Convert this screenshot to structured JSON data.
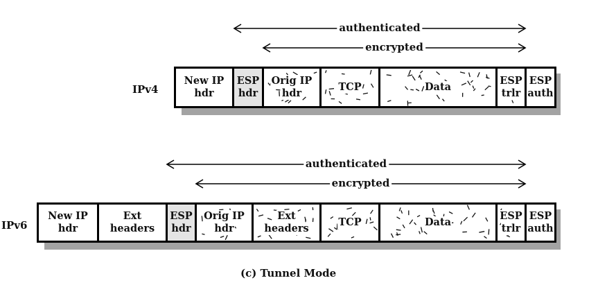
{
  "ipv4": {
    "label": "IPv4",
    "arrows": {
      "authenticated": "authenticated",
      "encrypted": "encrypted"
    },
    "fields": [
      {
        "line1": "New IP",
        "line2": "hdr",
        "fill": "plain"
      },
      {
        "line1": "ESP",
        "line2": "hdr",
        "fill": "shaded"
      },
      {
        "line1": "Orig IP",
        "line2": "hdr",
        "fill": "dashed"
      },
      {
        "line1": "TCP",
        "line2": "",
        "fill": "dashed"
      },
      {
        "line1": "Data",
        "line2": "",
        "fill": "dashed"
      },
      {
        "line1": "ESP",
        "line2": "trlr",
        "fill": "dashed"
      },
      {
        "line1": "ESP",
        "line2": "auth",
        "fill": "plain"
      }
    ]
  },
  "ipv6": {
    "label": "IPv6",
    "arrows": {
      "authenticated": "authenticated",
      "encrypted": "encrypted"
    },
    "fields": [
      {
        "line1": "New IP",
        "line2": "hdr",
        "fill": "plain"
      },
      {
        "line1": "Ext",
        "line2": "headers",
        "fill": "plain"
      },
      {
        "line1": "ESP",
        "line2": "hdr",
        "fill": "shaded"
      },
      {
        "line1": "Orig IP",
        "line2": "hdr",
        "fill": "dashed"
      },
      {
        "line1": "Ext",
        "line2": "headers",
        "fill": "dashed"
      },
      {
        "line1": "TCP",
        "line2": "",
        "fill": "dashed"
      },
      {
        "line1": "Data",
        "line2": "",
        "fill": "dashed"
      },
      {
        "line1": "ESP",
        "line2": "trlr",
        "fill": "dashed"
      },
      {
        "line1": "ESP",
        "line2": "auth",
        "fill": "plain"
      }
    ]
  },
  "caption": "(c) Tunnel Mode",
  "colors": {
    "shaded": "#e4e4e4",
    "shadow": "#a3a3a3",
    "border": "#000000"
  }
}
